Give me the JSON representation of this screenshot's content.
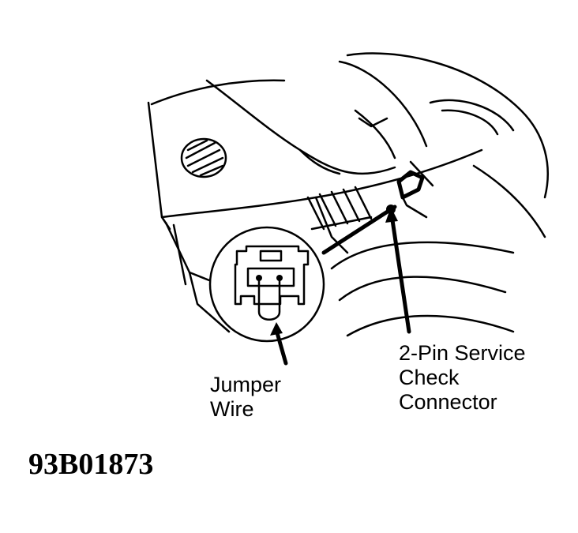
{
  "labels": {
    "jumper_line1": "Jumper",
    "jumper_line2": "Wire",
    "service_line1": "2-Pin Service",
    "service_line2": "Check",
    "service_line3": "Connector"
  },
  "figure_id": "93B01873"
}
